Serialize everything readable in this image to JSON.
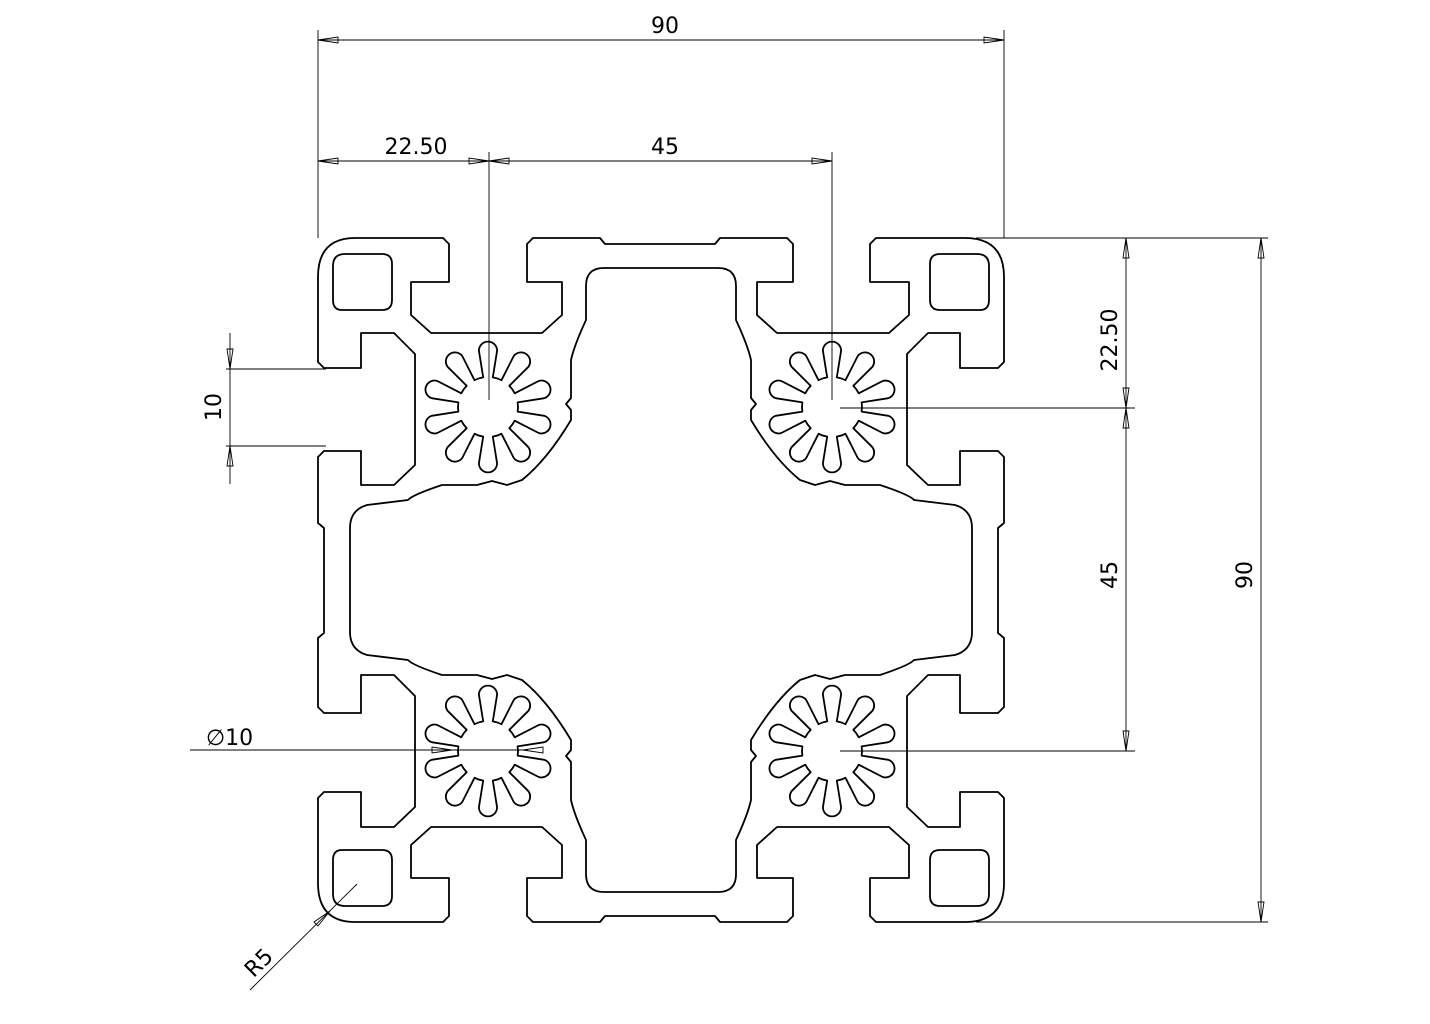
{
  "dimensions": {
    "overall_width": "90",
    "left_to_first_center": "22.50",
    "center_spacing_horizontal": "45",
    "top_to_first_center": "22.50",
    "center_spacing_vertical": "45",
    "overall_height": "90",
    "slot_width": "10",
    "bore_diameter": "10",
    "corner_radius": "R5"
  },
  "symbols": {
    "diameter": "∅"
  },
  "colors": {
    "line": "#000000",
    "background": "#ffffff"
  }
}
